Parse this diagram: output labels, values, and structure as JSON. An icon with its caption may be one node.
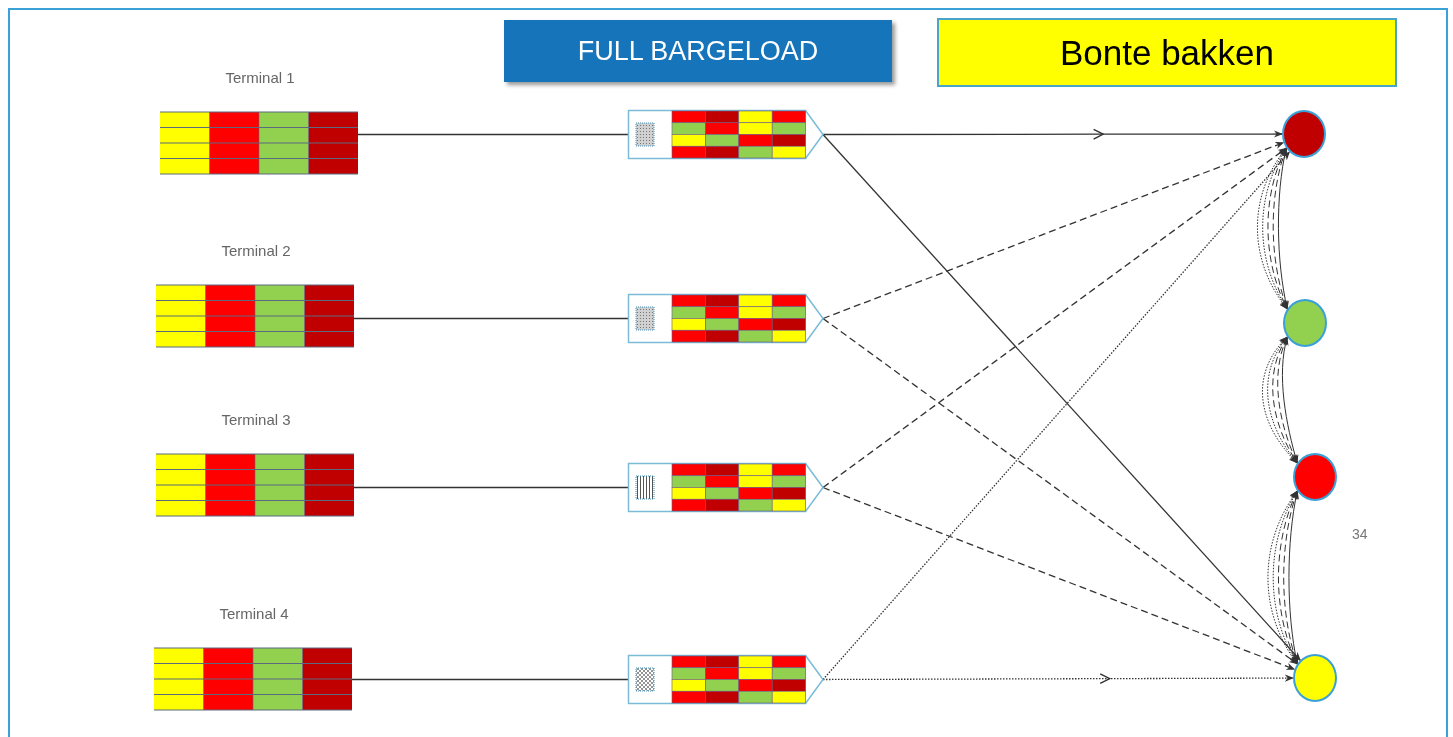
{
  "diagram": {
    "nodes": [
      {
        "text": [
          "FULL BARGELOAD"
        ]
      },
      {
        "text": [
          "Bonte bakken"
        ]
      },
      {
        "text": [
          "Terminal 1"
        ]
      },
      {
        "text": [
          "Terminal 2"
        ]
      },
      {
        "text": [
          "Terminal 3"
        ]
      },
      {
        "text": [
          "Terminal 4"
        ]
      },
      {
        "text": [],
        "shape": "box"
      },
      {
        "text": [],
        "shape": "box"
      },
      {
        "text": [],
        "shape": "box"
      },
      {
        "text": [],
        "shape": "box"
      },
      {
        "text": [],
        "shape": "circle"
      },
      {
        "text": [],
        "shape": "circle"
      },
      {
        "text": [],
        "shape": "circle"
      },
      {
        "text": [],
        "shape": "circle"
      }
    ],
    "edges": [
      {
        "from": 2,
        "to": 6,
        "arrow": "none"
      },
      {
        "from": 3,
        "to": 7,
        "arrow": "none"
      },
      {
        "from": 4,
        "to": 8,
        "arrow": "none"
      },
      {
        "from": 5,
        "to": 9,
        "arrow": "none"
      },
      {
        "from": 6,
        "to": 10,
        "arrow": "to"
      },
      {
        "from": 6,
        "to": 13,
        "arrow": "to"
      },
      {
        "from": 7,
        "to": 10,
        "arrow": "to",
        "style": "dashed"
      },
      {
        "from": 7,
        "to": 13,
        "arrow": "to",
        "style": "dashed"
      },
      {
        "from": 8,
        "to": 10,
        "arrow": "to",
        "style": "dashed"
      },
      {
        "from": 8,
        "to": 13,
        "arrow": "to",
        "style": "dashed"
      },
      {
        "from": 9,
        "to": 10,
        "arrow": "to",
        "style": "dashed"
      },
      {
        "from": 9,
        "to": 13,
        "arrow": "to",
        "style": "dashed"
      },
      {
        "from": 10,
        "to": 11,
        "arrow": "both"
      },
      {
        "from": 10,
        "to": 11,
        "arrow": "both",
        "style": "dashed"
      },
      {
        "from": 10,
        "to": 11,
        "arrow": "both",
        "style": "dashed"
      },
      {
        "from": 10,
        "to": 11,
        "arrow": "both",
        "style": "dashed"
      },
      {
        "from": 10,
        "to": 11,
        "arrow": "both",
        "style": "dashed"
      },
      {
        "from": 11,
        "to": 12,
        "arrow": "both"
      },
      {
        "from": 11,
        "to": 12,
        "arrow": "both",
        "style": "dashed"
      },
      {
        "from": 11,
        "to": 12,
        "arrow": "both",
        "style": "dashed"
      },
      {
        "from": 11,
        "to": 12,
        "arrow": "both",
        "style": "dashed"
      },
      {
        "from": 11,
        "to": 12,
        "arrow": "both",
        "style": "dashed"
      },
      {
        "from": 12,
        "to": 13,
        "arrow": "both"
      },
      {
        "from": 12,
        "to": 13,
        "arrow": "both",
        "style": "dashed"
      },
      {
        "from": 12,
        "to": 13,
        "arrow": "both",
        "style": "dashed"
      },
      {
        "from": 12,
        "to": 13,
        "arrow": "both",
        "style": "dashed"
      },
      {
        "from": 12,
        "to": 13,
        "arrow": "both",
        "style": "dashed"
      }
    ],
    "labels": [
      "34"
    ]
  }
}
